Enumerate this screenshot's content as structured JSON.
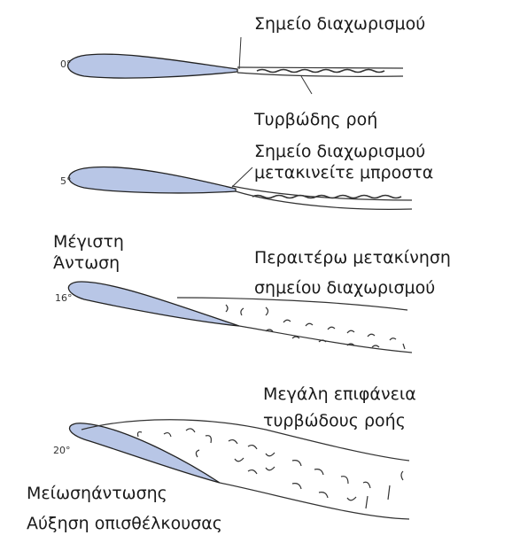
{
  "angles": {
    "a0": "0°",
    "a5": "5°",
    "a16": "16°",
    "a20": "20°"
  },
  "labels": {
    "separation_point": "Σημείο διαχωρισμού",
    "turbulent_flow": "Τυρβώδης ροή",
    "separation_moves_1": "Σημείο διαχωρισμού",
    "separation_moves_2": "μετακινείτε μπροστα",
    "max_lift_1": "Μέγιστη",
    "max_lift_2": "Άντωση",
    "further_move_1": "Περαιτέρω μετακίνηση",
    "further_move_2": "σημείου διαχωρισμού",
    "large_area_1": "Μεγάλη επιφάνεια",
    "large_area_2": "τυρβώδους ροής",
    "lift_decrease": "Μείωσηάντωσης",
    "drag_increase": "Αύξηση οπισθέλκουσας"
  },
  "colors": {
    "airfoil_fill": "#b8c6e6",
    "airfoil_stroke": "#222222",
    "wake_stroke": "#333333"
  }
}
